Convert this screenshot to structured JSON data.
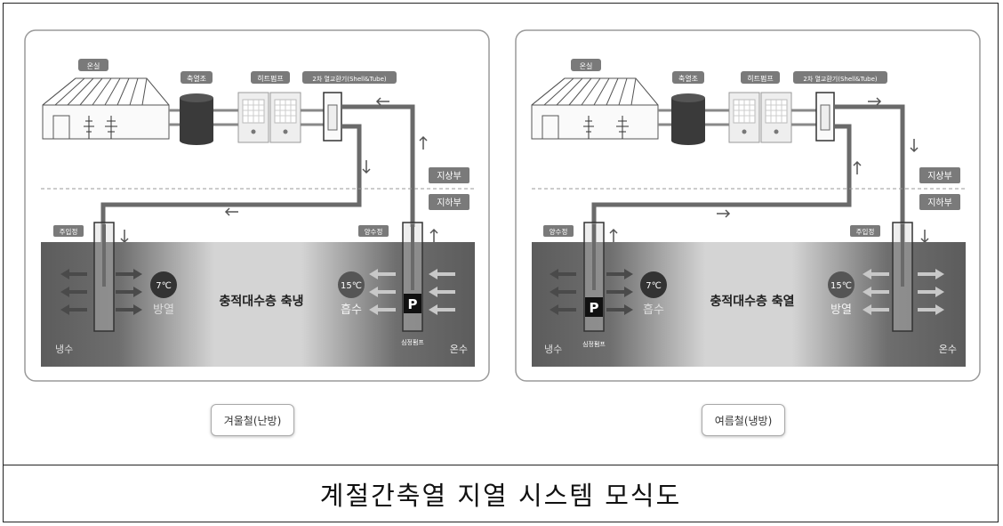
{
  "caption": "계절간축열 지열 시스템 모식도",
  "panels": [
    {
      "greenhouse": "온실",
      "storage_tank": "축열조",
      "heat_pump": "히트펌프",
      "exchanger": "2차 열교환기(Shell&Tube)",
      "above_ground": "지상부",
      "below_ground": "지하부",
      "left_well": "주입정",
      "right_well": "양수정",
      "aquifer": "충적대수층 축냉",
      "left_temp": "7℃",
      "left_action": "방열",
      "right_temp": "15℃",
      "right_action": "흡수",
      "pump_symbol": "P",
      "pump_label": "심정펌프",
      "cold": "냉수",
      "warm": "온수",
      "season": "겨울철(난방)"
    },
    {
      "greenhouse": "온실",
      "storage_tank": "축열조",
      "heat_pump": "히트펌프",
      "exchanger": "2차 열교환기(Shell&Tube)",
      "above_ground": "지상부",
      "below_ground": "지하부",
      "left_well": "양수정",
      "right_well": "주입정",
      "aquifer": "충적대수층 축열",
      "left_temp": "7℃",
      "left_action": "흡수",
      "right_temp": "15℃",
      "right_action": "방열",
      "pump_symbol": "P",
      "pump_label": "심정펌프",
      "cold": "냉수",
      "warm": "온수",
      "season": "여름철(냉방)"
    }
  ],
  "colors": {
    "pipe": "#6a6a6a",
    "badge": "#7a7a7a",
    "ground_dark": "#5e5e5e",
    "ground_light": "#d2d2d2"
  }
}
